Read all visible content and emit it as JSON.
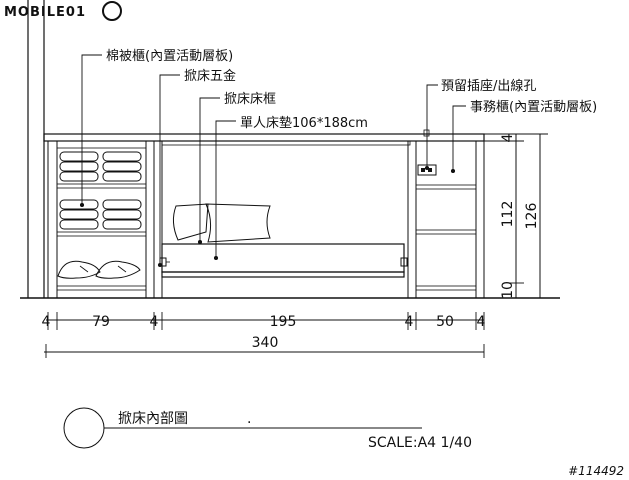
{
  "logo": {
    "text": "MOBILE01"
  },
  "labels": {
    "quilt_cabinet": "棉被櫃(內置活動層板)",
    "bed_hardware": "掀床五金",
    "bed_frame": "掀床床框",
    "mattress": "單人床墊106*188cm",
    "outlet": "預留插座/出線孔",
    "office_cabinet": "事務櫃(內置活動層板)"
  },
  "dimensions": {
    "horizontal": [
      "4",
      "79",
      "4",
      "195",
      "4",
      "50",
      "4"
    ],
    "total_width": "340",
    "height_inner": "112",
    "height_total": "126",
    "top_small": "4",
    "bottom_small": "10"
  },
  "title_block": {
    "title": "掀床內部圖",
    "scale": "SCALE:A4 1/40"
  },
  "watermark": "#114492",
  "colors": {
    "ink": "#111111",
    "background": "#ffffff"
  }
}
